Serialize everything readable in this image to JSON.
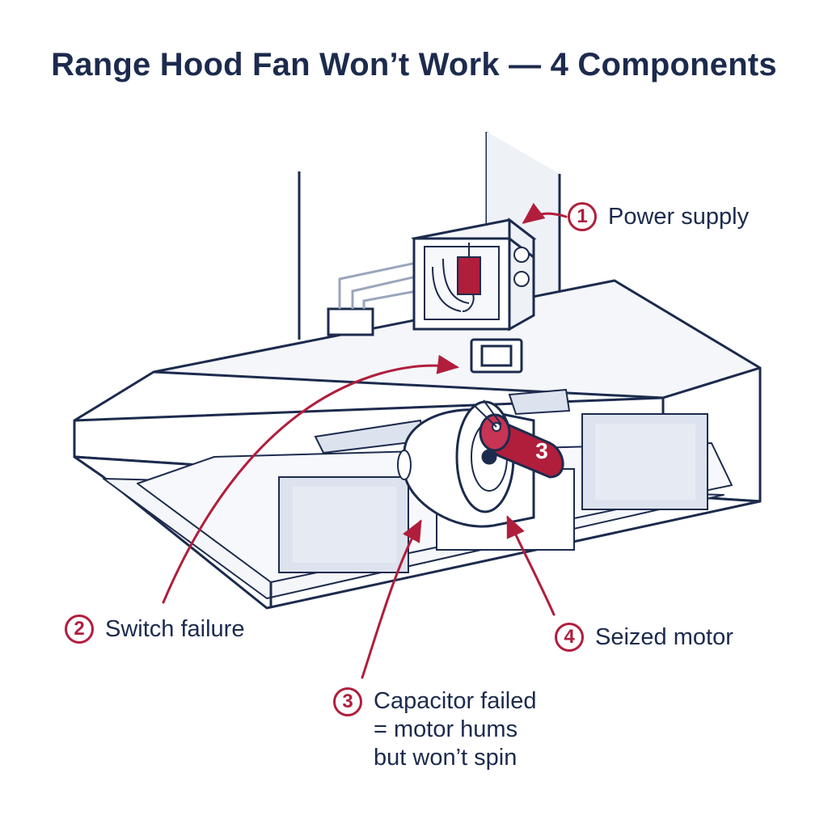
{
  "title": "Range Hood Fan Won’t Work — 4 Components",
  "callouts": [
    {
      "number": "1",
      "label": "Power supply"
    },
    {
      "number": "2",
      "label": "Switch failure"
    },
    {
      "number": "3",
      "lines": [
        "Capacitor failed",
        "= motor hums",
        "but won’t spin"
      ]
    },
    {
      "number": "4",
      "label": "Seized motor"
    }
  ],
  "capacitor_tag": "3",
  "colors": {
    "navy": "#1c2b4d",
    "accent": "#b01e3c",
    "panel": "#dde3ee",
    "light_fill": "#f4f6fa"
  }
}
